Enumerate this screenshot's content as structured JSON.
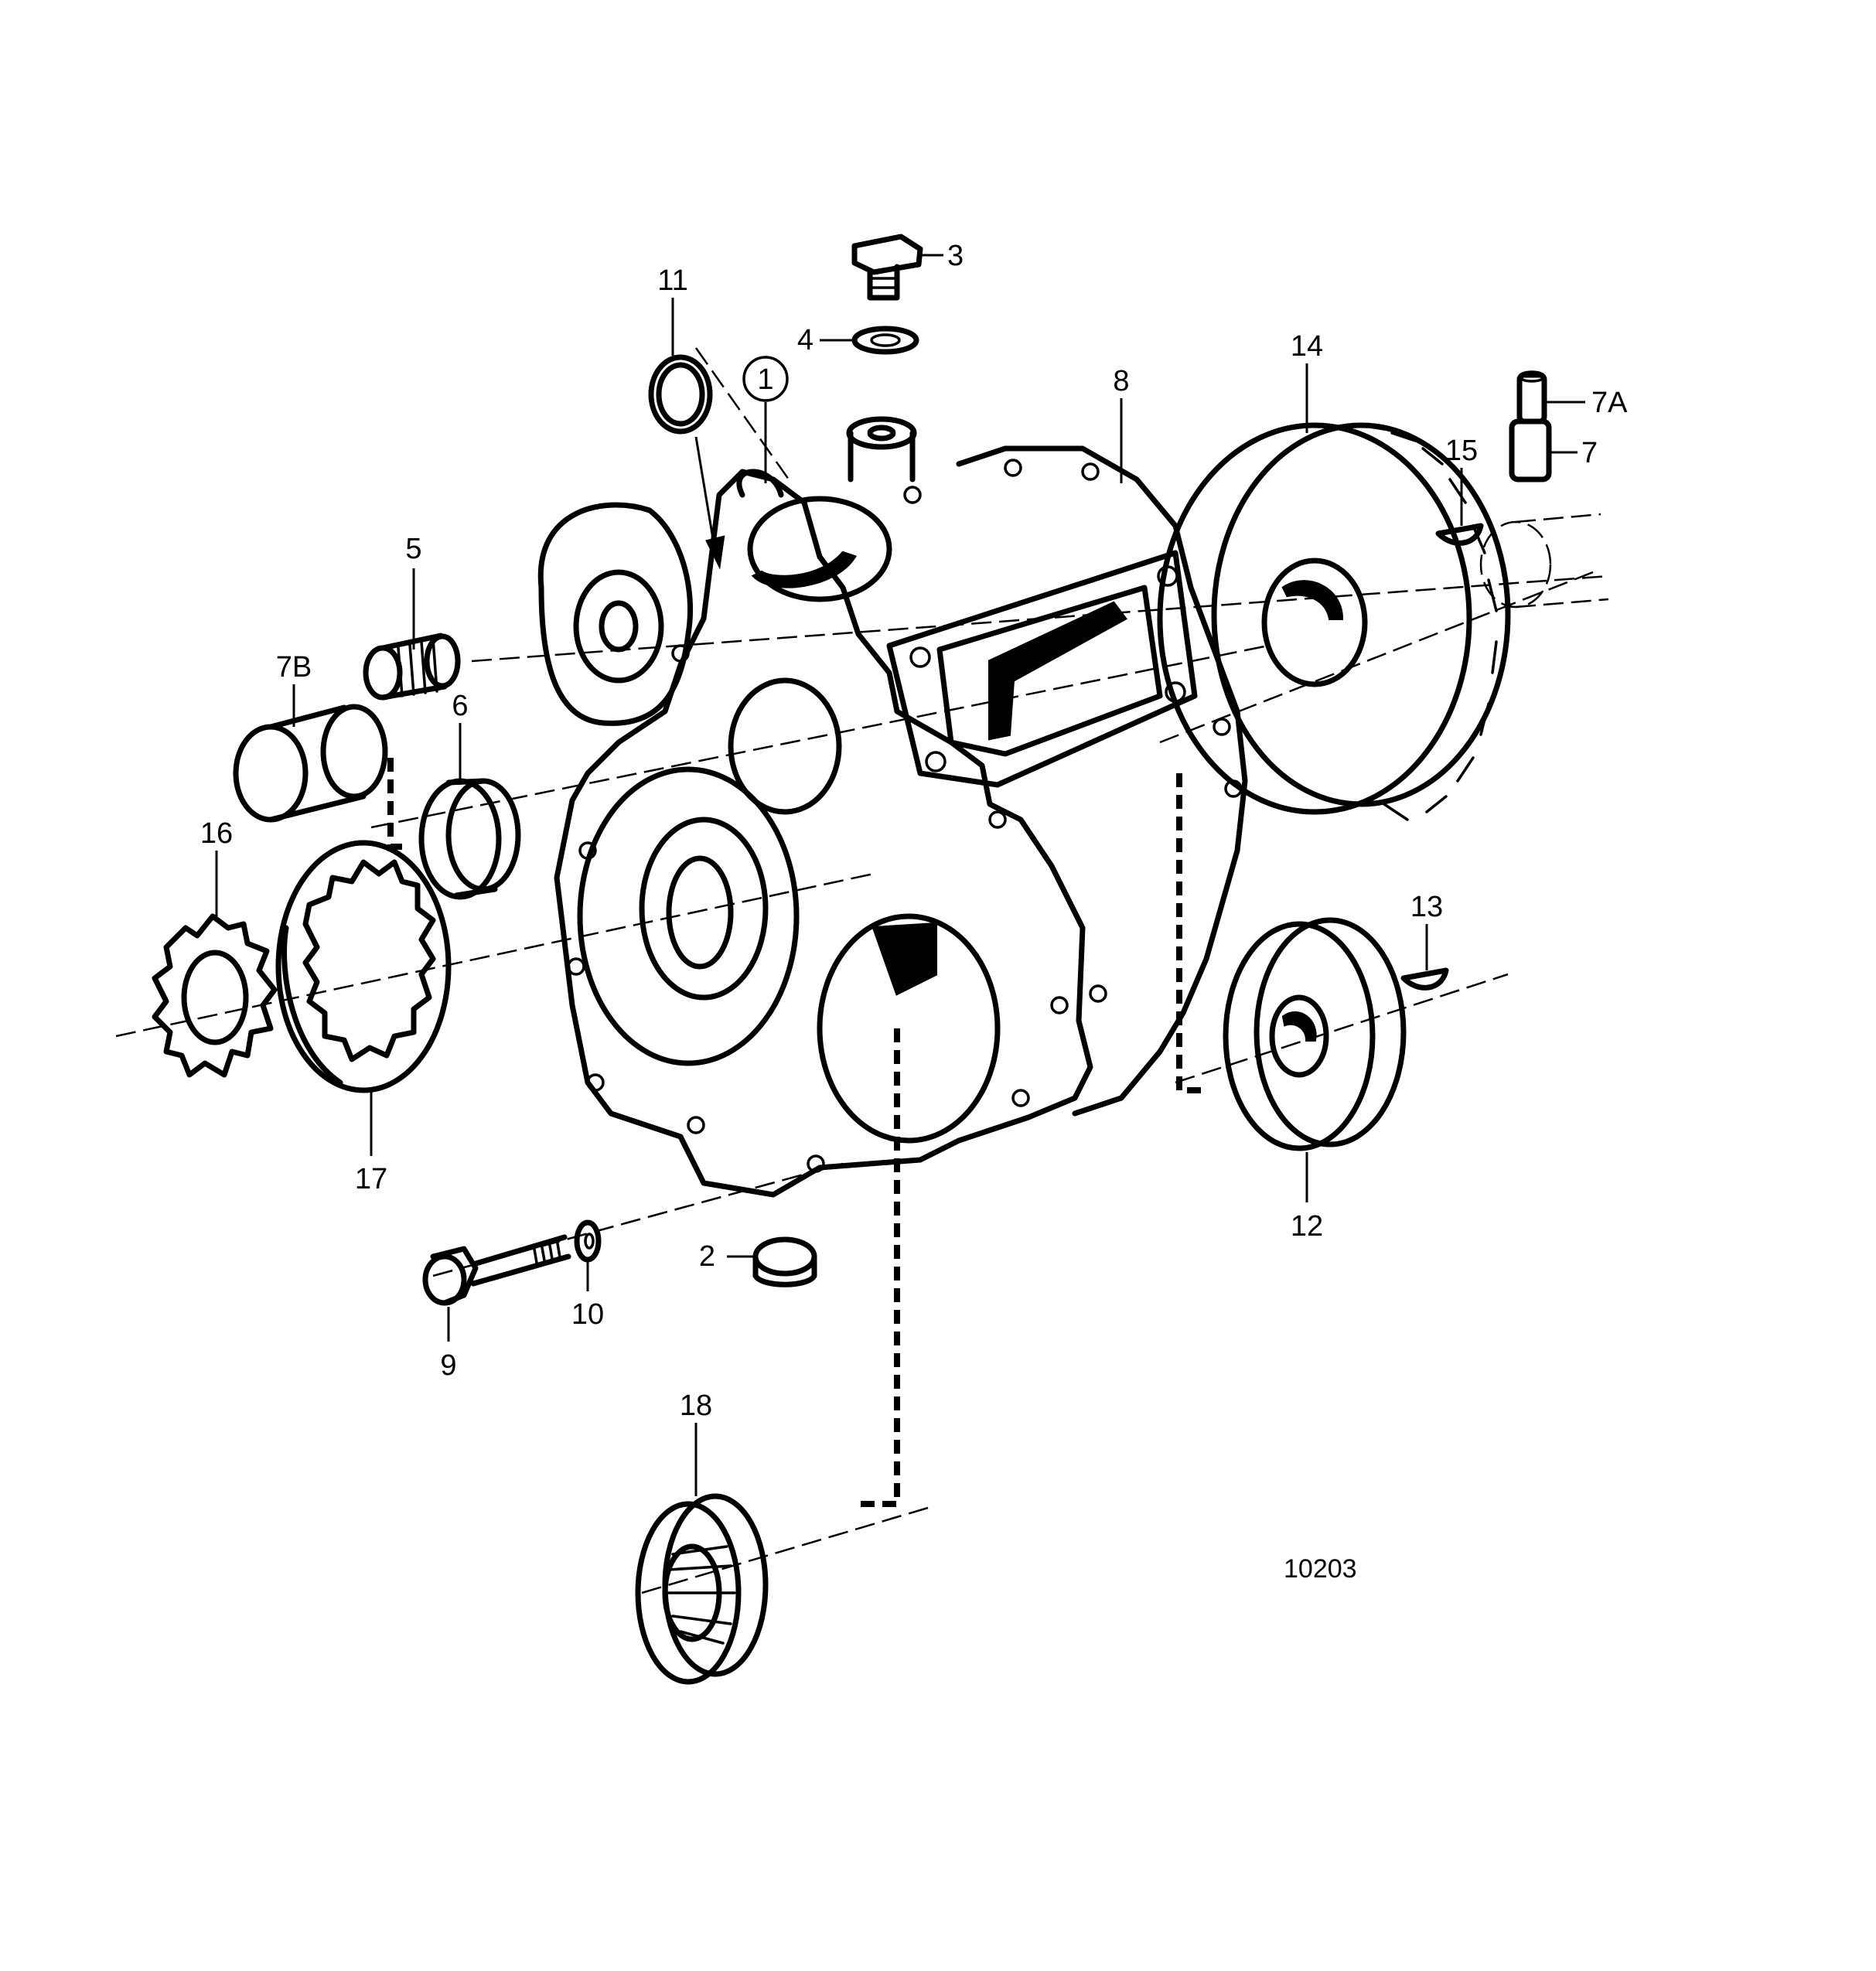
{
  "drawing_number": "10203",
  "callouts": {
    "c1": "1",
    "c2": "2",
    "c3": "3",
    "c4": "4",
    "c5": "5",
    "c6": "6",
    "c7": "7",
    "c7a": "7A",
    "c7b": "7B",
    "c8": "8",
    "c9": "9",
    "c10": "10",
    "c11": "11",
    "c12": "12",
    "c13": "13",
    "c14": "14",
    "c15": "15",
    "c16": "16",
    "c17": "17",
    "c18": "18"
  }
}
